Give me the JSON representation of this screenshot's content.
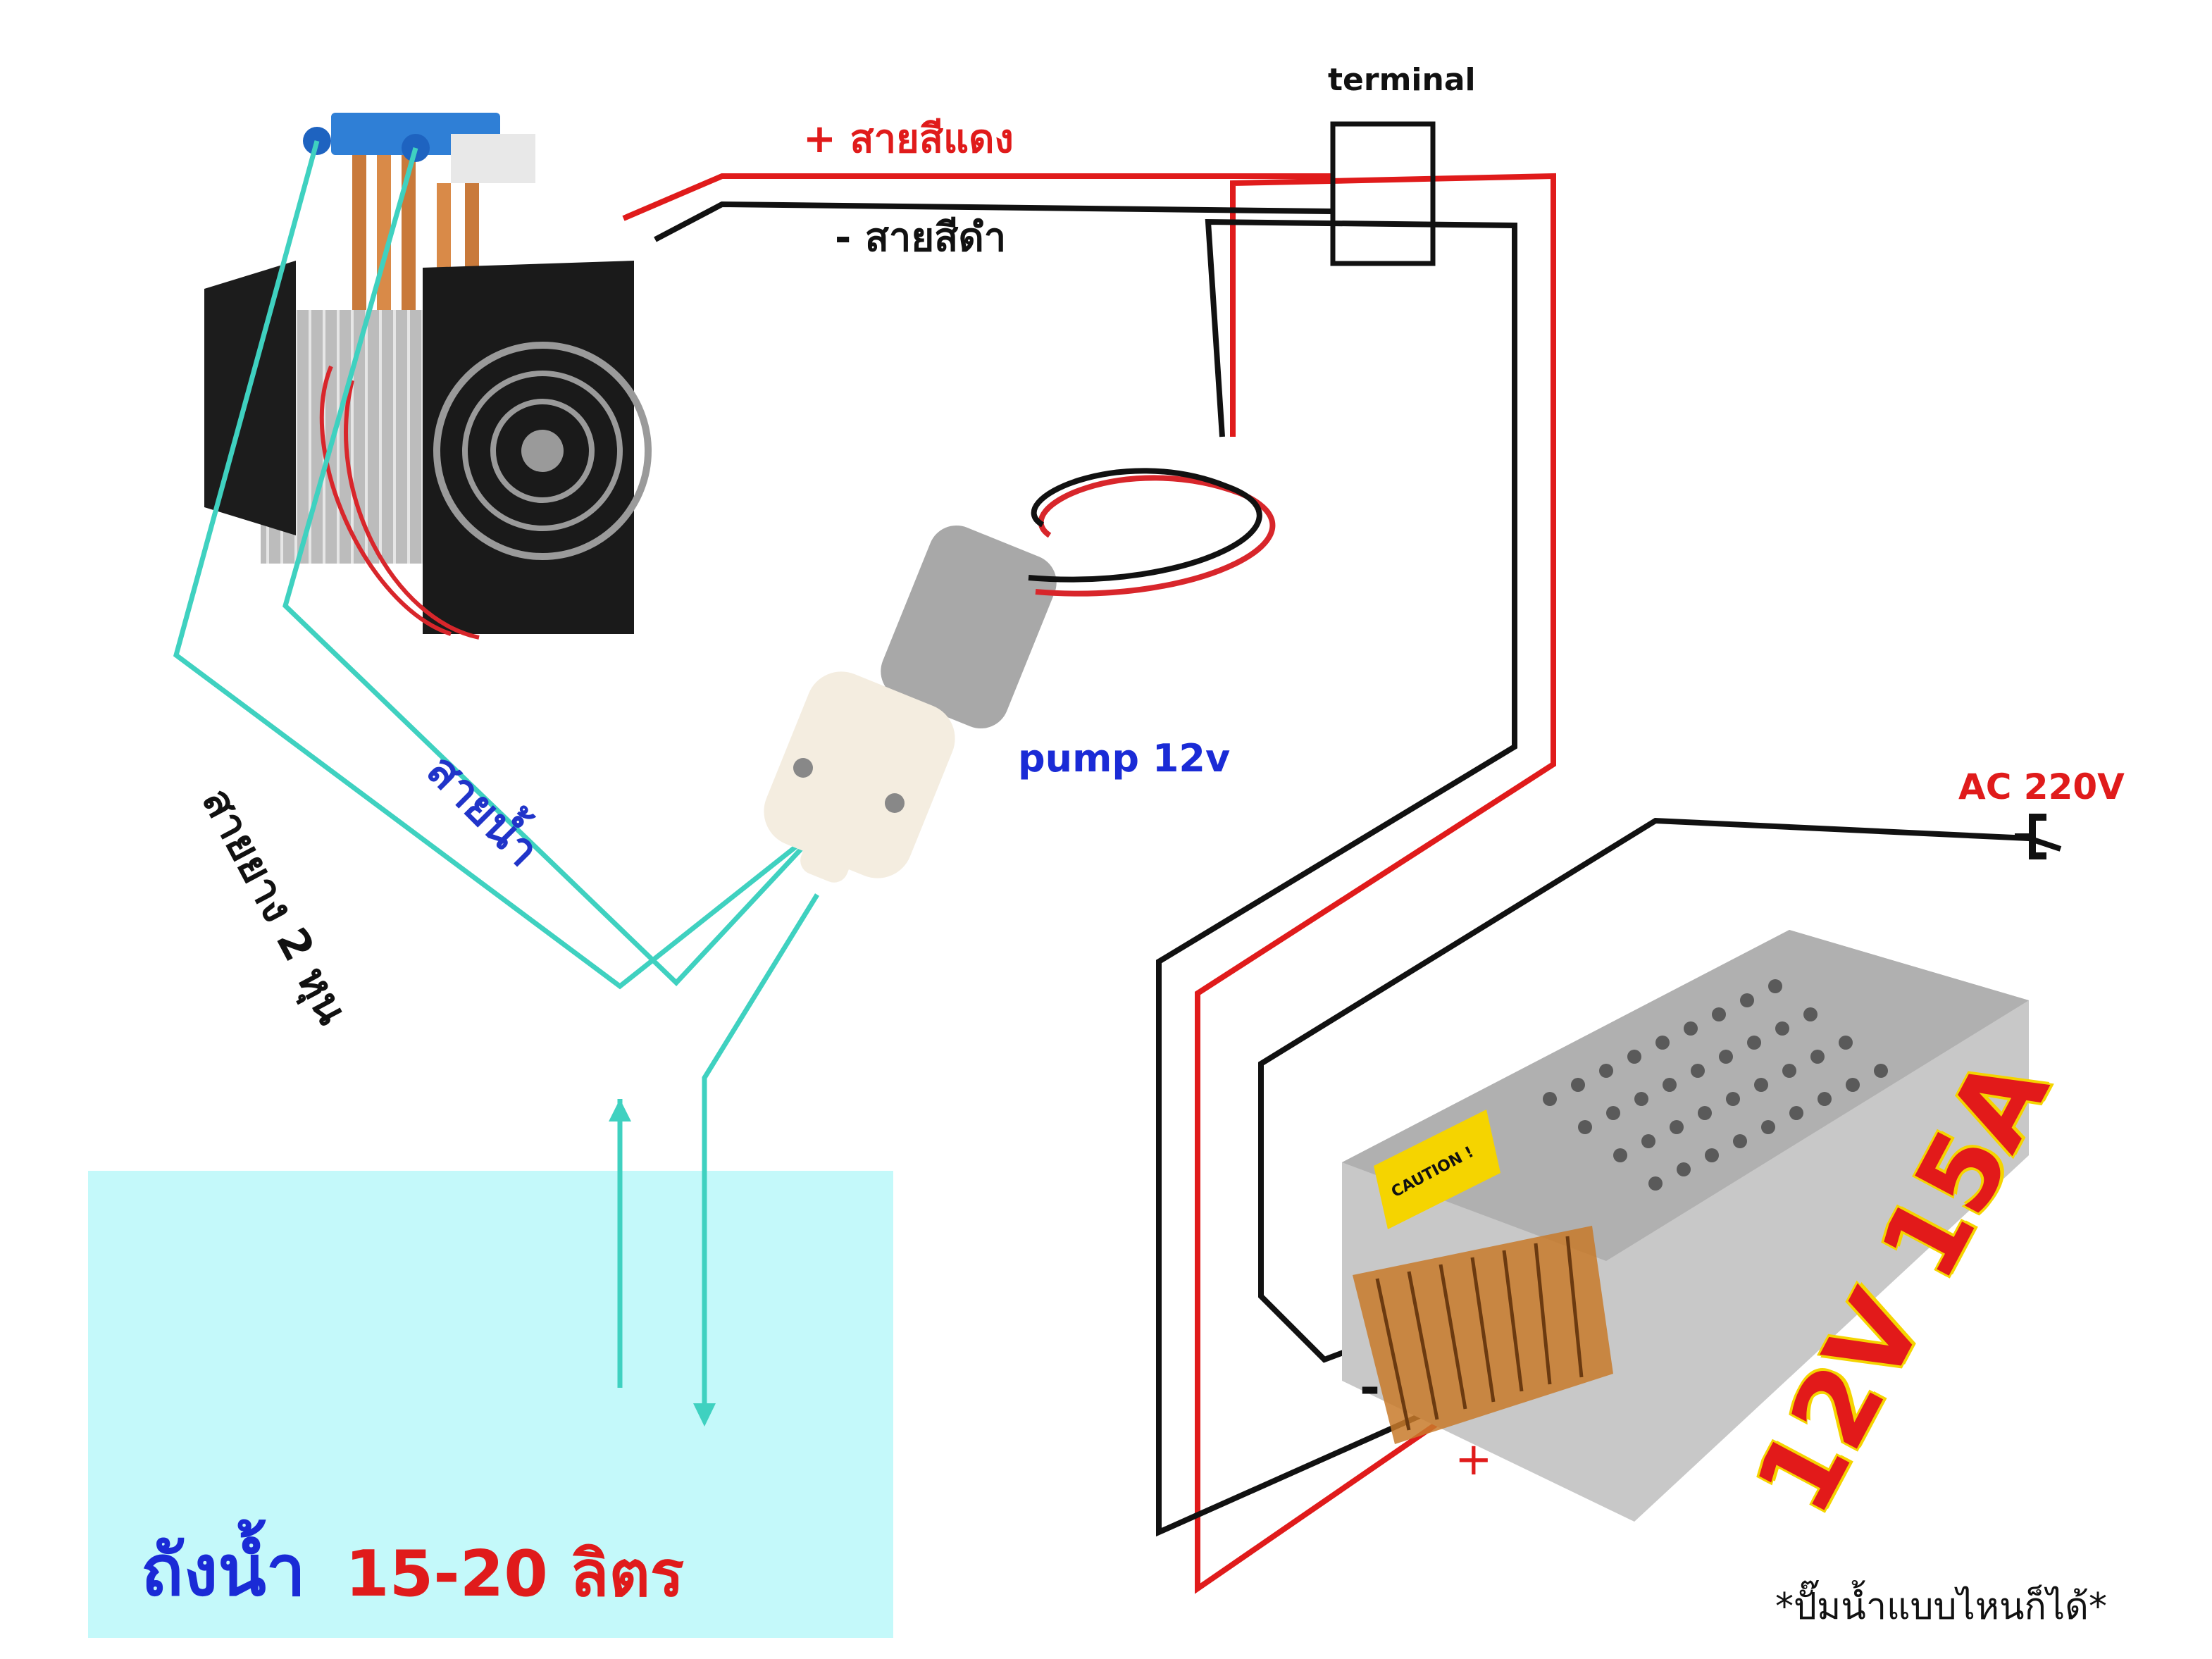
{
  "labels": {
    "terminal": "terminal",
    "red_wire": "+ สายสีแดง",
    "black_wire": "-  สายสีดำ",
    "pump": "pump 12v",
    "ac": "AC 220V",
    "water_line": "สายน้ำ",
    "hose": "สายยาง 2 หุน",
    "tank_title": "ถังน้ำ",
    "tank_capacity": "15-20 ลิตร",
    "psu_rating": "12V 15A",
    "psu_minus": "-",
    "psu_plus": "+",
    "footnote": "*ปั๊มน้ำแบบไหนก็ได้*"
  },
  "psu_caution_text": "CAUTION !",
  "colors": {
    "red_wire": "#e01b1b",
    "black_wire": "#111111",
    "hose": "#3fd1c0",
    "tank_fill": "#c4f9fa",
    "text_blue": "#1a2bd6",
    "psu_rating_outline": "#f5d400"
  },
  "icons": [
    "peltier-cooler-icon",
    "water-pump-icon",
    "power-supply-icon",
    "ac-plug-icon",
    "terminal-block-icon"
  ]
}
